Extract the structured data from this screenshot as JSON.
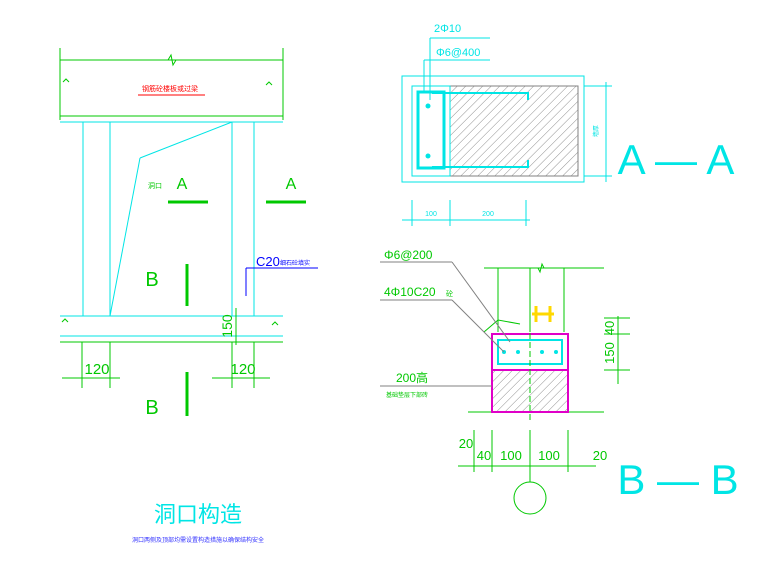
{
  "elevation": {
    "top_label": "钢筋砼楼板或过梁",
    "left_note": "洞口",
    "section_a_left": "A",
    "section_a_right": "A",
    "section_b_top": "B",
    "section_b_bottom": "B",
    "c20_note": "C20",
    "c20_suffix": "细石砼填实",
    "dim_height": "150",
    "dim_left": "120",
    "dim_right": "120"
  },
  "section_aa": {
    "rebar_top": "2Φ10",
    "stirrup": "Φ6@400",
    "dim_right": "墙厚",
    "dim_bottom_left": "100",
    "dim_bottom_right": "200",
    "title": "A — A"
  },
  "section_bb": {
    "stirrup": "Φ6@200",
    "rebar": "4Φ10C20",
    "rebar_suffix": "砼",
    "lower_note": "200高",
    "lower_note2": "基础垫层下部砖",
    "dim_40": "40",
    "dim_150": "150",
    "dim_b_20a": "20",
    "dim_b_40": "40",
    "dim_b_100a": "100",
    "dim_b_100b": "100",
    "dim_b_20b": "20",
    "title": "B — B"
  },
  "caption": {
    "title": "洞口构造",
    "subtitle": "洞口两侧及顶部均需设置构造措施以确保结构安全"
  },
  "colors": {
    "cyan": "#00e5e5",
    "green": "#00c800",
    "red": "#ff0000",
    "magenta": "#e000c8",
    "yellow": "#ffd800",
    "blue": "#3030ff",
    "hatch": "#909090"
  }
}
